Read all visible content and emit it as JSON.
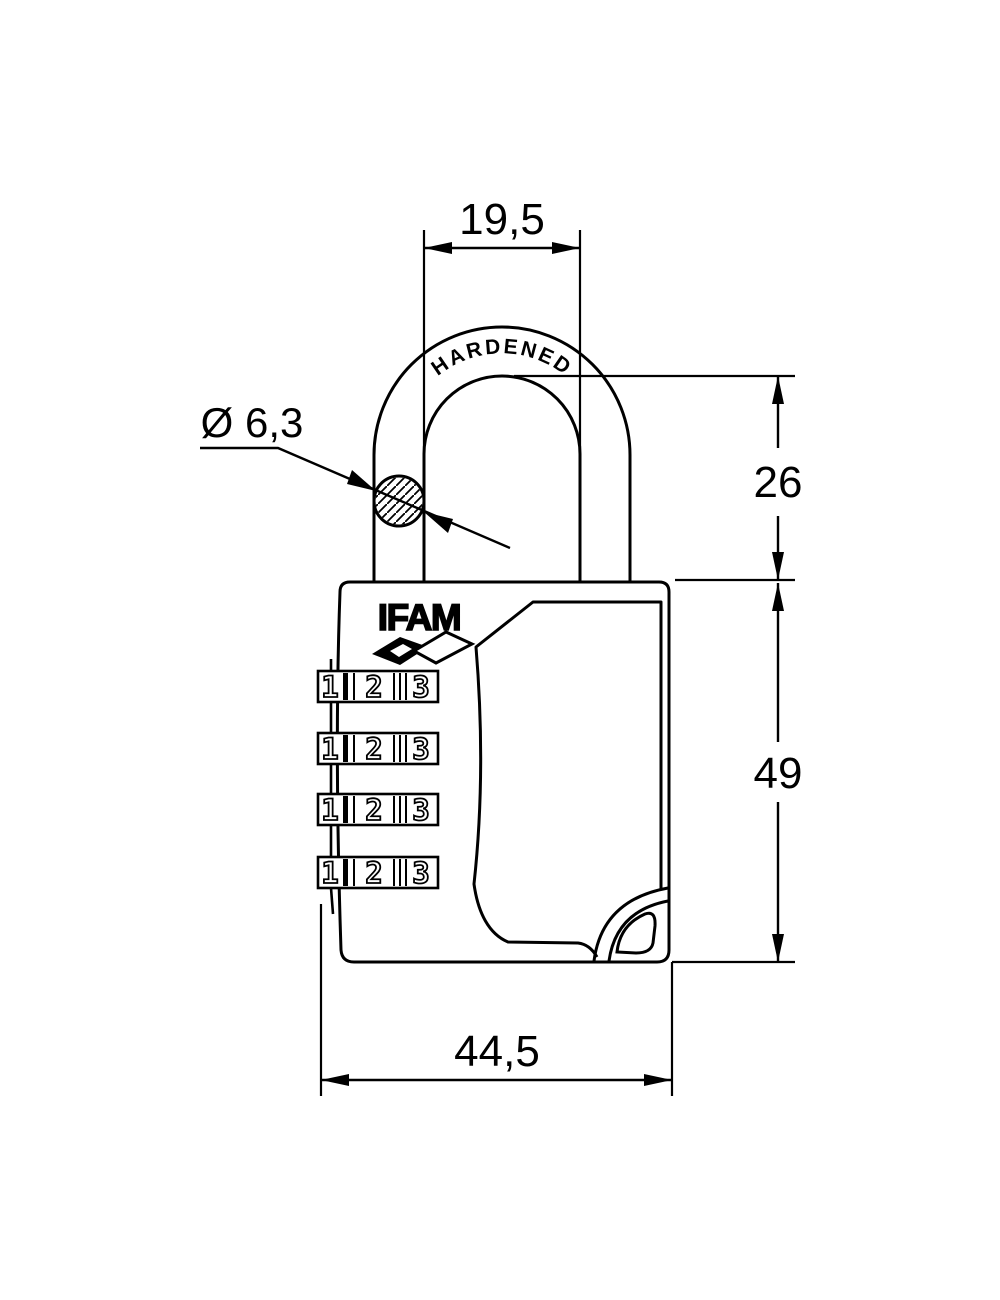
{
  "page": {
    "background": "#ffffff",
    "line_color": "#000000"
  },
  "drawing": {
    "brand": "IFAM",
    "shackle_marking": "HARDENED",
    "dimensions": {
      "shackle_inner_width": "19,5",
      "shackle_diameter": "Ø 6,3",
      "shackle_clearance_height": "26",
      "body_height": "49",
      "body_width": "44,5"
    },
    "dials": [
      {
        "digits": [
          "1",
          "2",
          "3"
        ]
      },
      {
        "digits": [
          "1",
          "2",
          "3"
        ]
      },
      {
        "digits": [
          "1",
          "2",
          "3"
        ]
      },
      {
        "digits": [
          "1",
          "2",
          "3"
        ]
      }
    ]
  }
}
